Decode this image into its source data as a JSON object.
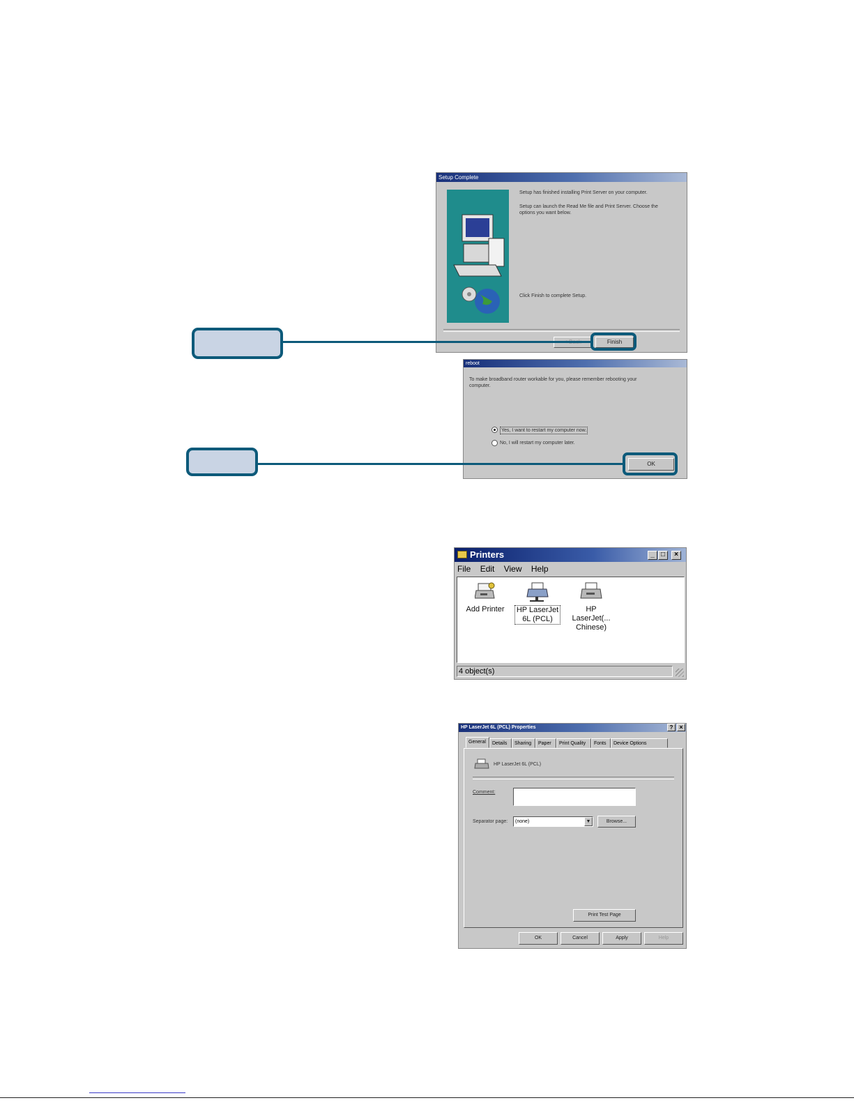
{
  "setup_dialog": {
    "title": "Setup Complete",
    "line1": "Setup has finished installing Print Server on your computer.",
    "line2": "Setup can launch the Read Me file and Print Server.  Choose the options you want below.",
    "line3": "Click Finish to complete Setup.",
    "back_label": "< Back",
    "finish_label": "Finish"
  },
  "reboot_dialog": {
    "title": "reboot",
    "message": "To make broadband router workable for you, please remember rebooting your computer.",
    "option_yes": "Yes, I want to restart my computer now.",
    "option_no": "No, I will restart my computer later.",
    "ok_label": "OK"
  },
  "printers_window": {
    "title": "Printers",
    "menu": [
      "File",
      "Edit",
      "View",
      "Help"
    ],
    "items": [
      {
        "label": "Add Printer"
      },
      {
        "label": "HP LaserJet 6L (PCL)"
      },
      {
        "label": "HP LaserJet(... Chinese)"
      }
    ],
    "status": "4 object(s)"
  },
  "properties_dialog": {
    "title": "HP LaserJet 6L (PCL) Properties",
    "tabs": [
      "General",
      "Details",
      "Sharing",
      "Paper",
      "Print Quality",
      "Fonts",
      "Device Options"
    ],
    "printer_name": "HP LaserJet 6L (PCL)",
    "comment_label": "Comment:",
    "comment_value": "",
    "separator_label": "Separator page:",
    "separator_value": "(none)",
    "browse_label": "Browse...",
    "print_test_label": "Print Test Page",
    "ok_label": "OK",
    "cancel_label": "Cancel",
    "apply_label": "Apply",
    "help_label": "Help"
  },
  "colors": {
    "accent": "#0d5a7a",
    "callout_fill": "#c9d4e4",
    "teal_panel": "#1f8c8c"
  }
}
